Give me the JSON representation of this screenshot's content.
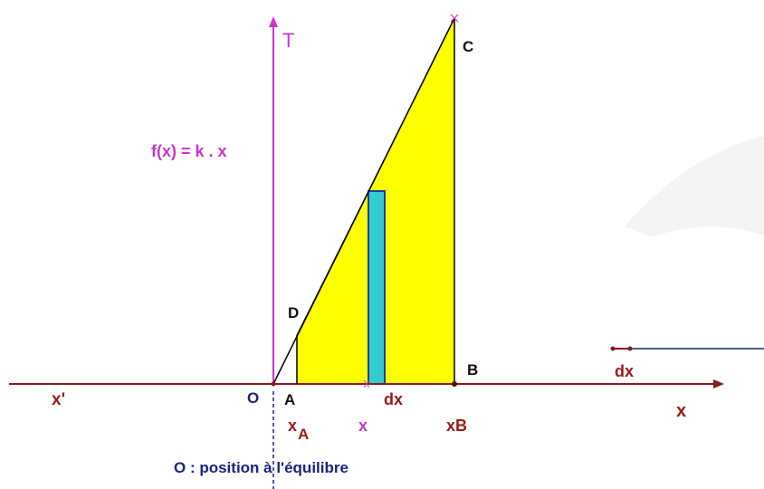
{
  "colors": {
    "axis": "#8b1a1a",
    "vertical_axis": "#cc33cc",
    "fill": "#ffff00",
    "strip_fill": "#33cccc",
    "strip_stroke": "#1b3fa0",
    "line": "#000000",
    "caption": "#1a237e",
    "label_dark": "#111111",
    "label_red": "#9a1a1a",
    "label_magenta": "#cc33cc",
    "label_blue": "#1a237e"
  },
  "labels": {
    "t_axis": "T",
    "x_axis": "x",
    "x_prime": "x'",
    "origin": "O",
    "point_a": "A",
    "point_b": "B",
    "point_c": "C",
    "point_d": "D",
    "function": "f(x) = k . x",
    "dx_axis": "dx",
    "dx_legend": "dx",
    "x_a_main": "x",
    "x_a_sub": "A",
    "x_mid": "x",
    "x_b_main": "x",
    "x_b_sub": "B",
    "caption": "O : position à l'équilibre"
  }
}
